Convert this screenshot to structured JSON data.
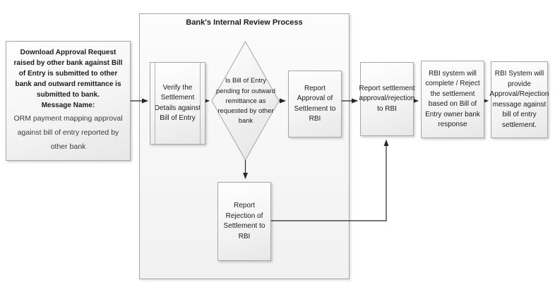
{
  "diagram": {
    "type": "flowchart",
    "title": "Bank's Internal Review Process",
    "nodes": {
      "download": {
        "text_bold": "Download Approval Request raised by other bank against Bill of Entry is submitted to other bank and outward remittance is submitted to bank.",
        "message_name_label": "Message Name:",
        "text_normal": "ORM payment mapping approval against bill of entry reported by other bank"
      },
      "verify": {
        "label": "Verify the Settlement Details against Bill of Entry"
      },
      "decision": {
        "label": "Is Bill of Entry pending for outward remittance as requested by other bank"
      },
      "report_approval": {
        "label": "Report Approval of Settlement to RBI"
      },
      "report_rejection": {
        "label": "Report Rejection of Settlement to RBI"
      },
      "report_settlement": {
        "label": "Report settlement approval/rejection to RBI"
      },
      "rbi_complete": {
        "label": "RBI system will complete / Reject the settlement based on Bill of Entry owner bank response"
      },
      "rbi_provide": {
        "label": "RBI System will provide Approval/Rejection message against bill of entry settlement."
      }
    },
    "flow": [
      {
        "from": "download",
        "to": "verify"
      },
      {
        "from": "verify",
        "to": "decision"
      },
      {
        "from": "decision",
        "to": "report_approval"
      },
      {
        "from": "decision",
        "to": "report_rejection"
      },
      {
        "from": "report_approval",
        "to": "report_settlement"
      },
      {
        "from": "report_rejection",
        "to": "report_settlement"
      },
      {
        "from": "report_settlement",
        "to": "rbi_complete"
      },
      {
        "from": "rbi_complete",
        "to": "rbi_provide"
      }
    ],
    "colors": {
      "background": "#ffffff",
      "node_fill_light": "#ffffff",
      "node_fill_dark": "#e7e7e7",
      "node_border": "#a6a6a6",
      "connector": "#262626",
      "text": "#1c1c1c"
    }
  }
}
